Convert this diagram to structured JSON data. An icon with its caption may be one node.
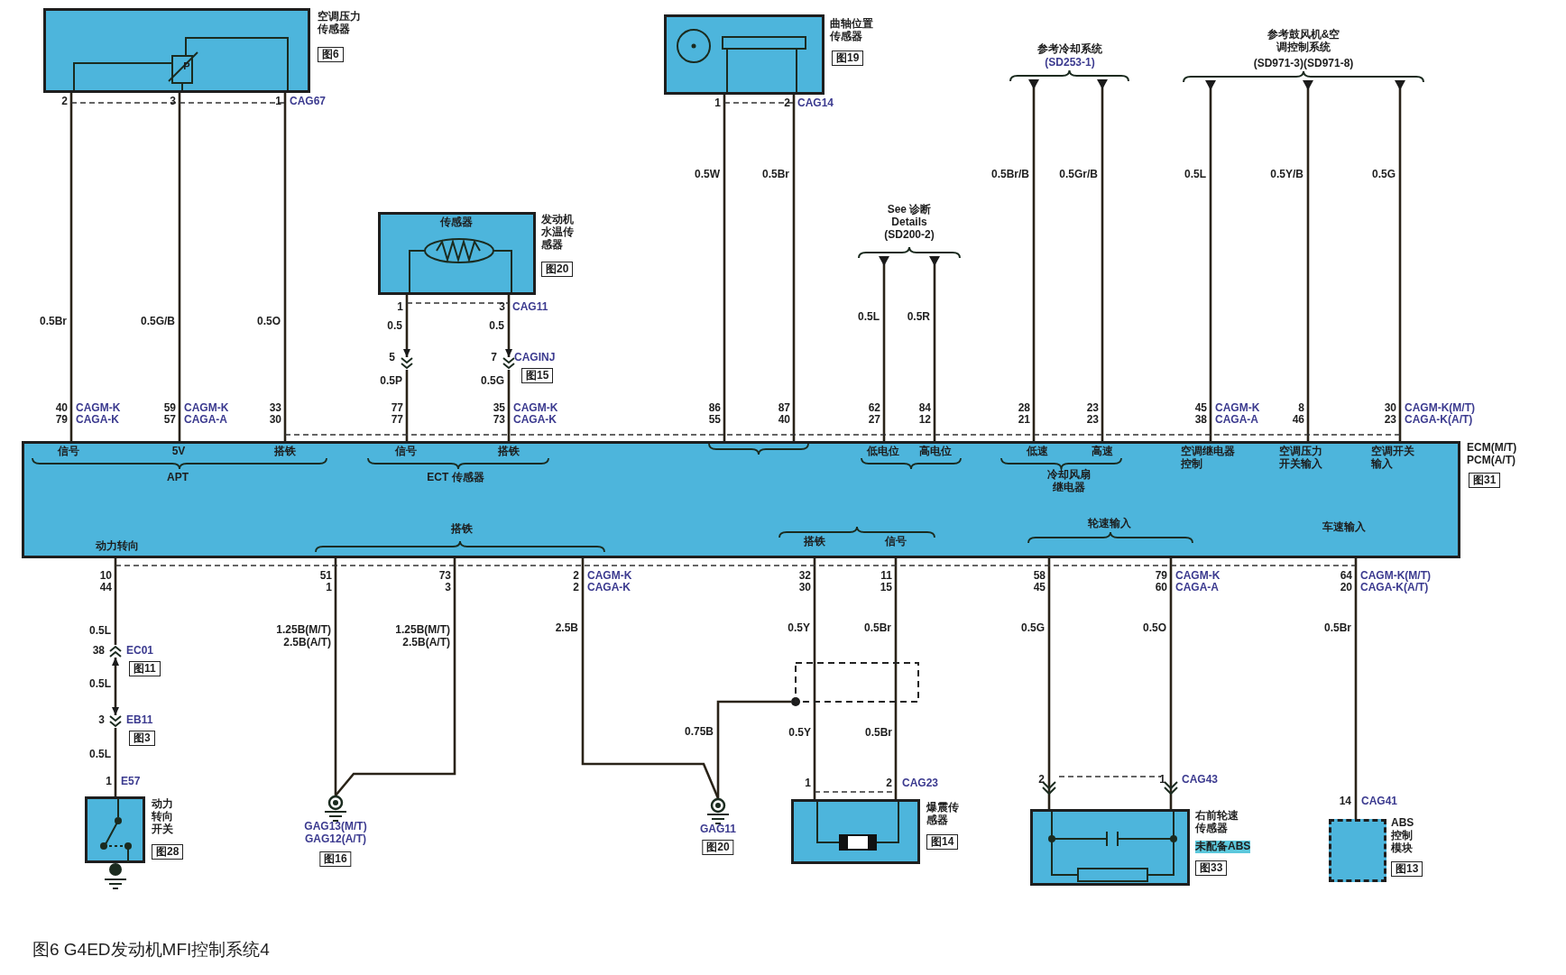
{
  "diagram": {
    "caption": "图6 G4ED发动机MFI控制系统4",
    "nodes": [
      {
        "text": [
          "空调压力传感器",
          "图6"
        ]
      },
      {
        "text": [
          "曲轴位置传感器",
          "图19"
        ]
      },
      {
        "text": [
          "传感器",
          "发动机水温传感器",
          "图20"
        ]
      },
      {
        "text": [
          "See 诊断 Details",
          "(SD200-2)"
        ]
      },
      {
        "text": [
          "参考冷却系统",
          "(SD253-1)"
        ]
      },
      {
        "text": [
          "参考鼓风机&空调控制系统",
          "(SD971-3)(SD971-8)"
        ]
      },
      {
        "text": [
          "信号",
          "5V",
          "搭铁",
          "APT",
          "信号",
          "搭铁",
          "ECT 传感器",
          "低电位",
          "高电位",
          "低速",
          "高速",
          "冷却风扇继电器",
          "空调继电器控制",
          "空调压力开关输入",
          "空调开关输入",
          "动力转向",
          "搭铁",
          "搭铁",
          "信号",
          "轮速输入",
          "车速输入",
          "ECM(M/T) PCM(A/T)",
          "图31"
        ]
      },
      {
        "text": [
          "动力转向开关",
          "图28"
        ]
      },
      {
        "text": [
          "GAG13(M/T) GAG12(A/T)",
          "图16"
        ]
      },
      {
        "text": [],
        "shape": "circle"
      },
      {
        "text": [
          "GAG11",
          "图20"
        ]
      },
      {
        "text": [
          "爆震传感器",
          "图14"
        ]
      },
      {
        "text": [
          "右前轮速传感器",
          "未配备ABS",
          "图33"
        ]
      },
      {
        "text": [
          "ABS控制模块",
          "图13"
        ]
      },
      {
        "text": [],
        "shape": "chevron"
      },
      {
        "text": [],
        "shape": "chevron"
      },
      {
        "text": [],
        "shape": "chevron"
      },
      {
        "text": [],
        "shape": "chevron"
      }
    ],
    "edges": [
      {
        "from": 0,
        "to": 6,
        "arrow": "none",
        "label": "0.5Br"
      },
      {
        "from": 0,
        "to": 6,
        "arrow": "none",
        "label": "0.5G/B"
      },
      {
        "from": 0,
        "to": 6,
        "arrow": "none",
        "label": "0.5O"
      },
      {
        "from": 2,
        "to": 14,
        "arrow": "to",
        "label": "0.5"
      },
      {
        "from": 2,
        "to": 15,
        "arrow": "to",
        "label": "0.5"
      },
      {
        "from": 1,
        "to": 6,
        "arrow": "none",
        "label": "0.5W"
      },
      {
        "from": 1,
        "to": 6,
        "arrow": "none",
        "label": "0.5Br"
      },
      {
        "from": 6,
        "to": 3,
        "arrow": "other",
        "label": "0.5L"
      },
      {
        "from": 6,
        "to": 3,
        "arrow": "other",
        "label": "0.5R"
      },
      {
        "from": 6,
        "to": 4,
        "arrow": "other",
        "label": "0.5Br/B"
      },
      {
        "from": 6,
        "to": 4,
        "arrow": "other",
        "label": "0.5Gr/B"
      },
      {
        "from": 6,
        "to": 5,
        "arrow": "other",
        "label": "0.5L"
      },
      {
        "from": 6,
        "to": 5,
        "arrow": "other",
        "label": "0.5Y/B"
      },
      {
        "from": 6,
        "to": 5,
        "arrow": "other",
        "label": "0.5G"
      },
      {
        "from": 6,
        "to": 16,
        "arrow": "none",
        "label": "0.5L"
      },
      {
        "from": 6,
        "to": 8,
        "arrow": "none",
        "label": "1.25B(M/T) 2.5B(A/T)"
      },
      {
        "from": 6,
        "to": 8,
        "arrow": "none",
        "label": "1.25B(M/T) 2.5B(A/T)"
      },
      {
        "from": 6,
        "to": 10,
        "arrow": "none",
        "label": "2.5B"
      },
      {
        "from": 9,
        "to": 10,
        "arrow": "none",
        "label": "0.75B"
      },
      {
        "from": 6,
        "to": 11,
        "arrow": "none",
        "label": "0.5Y"
      },
      {
        "from": 6,
        "to": 11,
        "arrow": "none",
        "label": "0.5Br"
      },
      {
        "from": 6,
        "to": 12,
        "arrow": "none",
        "label": "0.5G"
      },
      {
        "from": 6,
        "to": 12,
        "arrow": "none",
        "label": "0.5O"
      },
      {
        "from": 6,
        "to": 13,
        "arrow": "none",
        "label": "0.5Br"
      },
      {
        "from": 14,
        "to": 6,
        "arrow": "none",
        "label": "0.5P"
      },
      {
        "from": 15,
        "to": 6,
        "arrow": "none",
        "label": "0.5G"
      },
      {
        "from": 17,
        "to": 16,
        "arrow": "both",
        "label": "0.5L"
      },
      {
        "from": 17,
        "to": 7,
        "arrow": "none",
        "label": "0.5L"
      }
    ],
    "labels": [
      "2",
      "3",
      "1",
      "CAG67",
      "1",
      "2",
      "CAG14",
      "1",
      "3",
      "CAG11",
      "5",
      "7",
      "CAGINJ",
      "图15",
      "40",
      "79",
      "CAGM-K",
      "CAGA-K",
      "59",
      "57",
      "CAGM-K",
      "CAGA-A",
      "33",
      "30",
      "77",
      "77",
      "35",
      "73",
      "CAGM-K",
      "CAGA-K",
      "86",
      "55",
      "87",
      "40",
      "62",
      "27",
      "84",
      "12",
      "28",
      "21",
      "23",
      "23",
      "45",
      "38",
      "CAGM-K",
      "CAGA-A",
      "8",
      "46",
      "30",
      "23",
      "CAGM-K(M/T)",
      "CAGA-K(A/T)",
      "10",
      "44",
      "51",
      "1",
      "73",
      "3",
      "2",
      "2",
      "CAGM-K",
      "CAGA-K",
      "32",
      "30",
      "11",
      "15",
      "58",
      "45",
      "79",
      "60",
      "CAGM-K",
      "CAGA-A",
      "64",
      "20",
      "CAGM-K(M/T)",
      "CAGA-K(A/T)",
      "38",
      "EC01",
      "图11",
      "3",
      "EB11",
      "图3",
      "1",
      "E57",
      "0.5Y",
      "0.5Br",
      "1",
      "2",
      "CAG23",
      "2",
      "1",
      "CAG43",
      "14",
      "CAG41",
      "P"
    ]
  }
}
